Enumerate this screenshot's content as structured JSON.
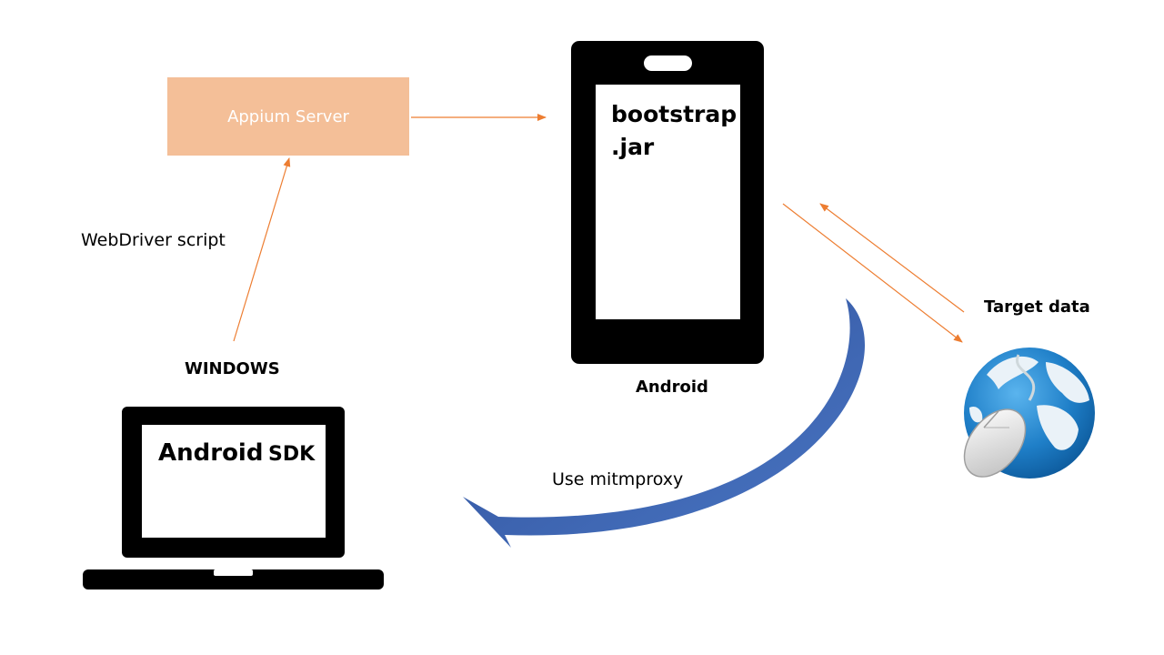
{
  "nodes": {
    "appium_server": "Appium Server",
    "phone_screen_lines": [
      "bootstrap",
      ".jar"
    ],
    "laptop_screen_main": "Android",
    "laptop_screen_suffix": "SDK"
  },
  "labels": {
    "webdriver": "WebDriver script",
    "windows": "WINDOWS",
    "android": "Android",
    "target_data": "Target data",
    "mitmproxy": "Use mitmproxy"
  },
  "colors": {
    "appium_box": "#f4bf98",
    "connector": "#ed7d31",
    "curved_arrow": "#3a5fa8",
    "device": "#000000",
    "globe": "#1f7fc8"
  },
  "icons": {
    "globe": "globe-with-mouse-icon",
    "phone": "smartphone-icon",
    "laptop": "laptop-icon"
  }
}
